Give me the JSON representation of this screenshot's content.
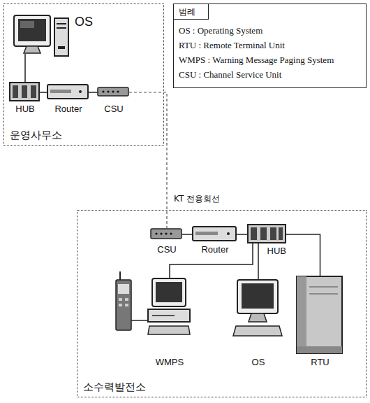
{
  "diagram": {
    "nodes": [
      {
        "text": [
          "운영사무소"
        ]
      },
      {
        "text": [
          "OS"
        ],
        "in": 0
      },
      {
        "text": [
          "HUB"
        ],
        "in": 0
      },
      {
        "text": [
          "Router"
        ],
        "in": 0
      },
      {
        "text": [
          "CSU"
        ],
        "in": 0
      },
      {
        "text": [
          "소수력발전소"
        ]
      },
      {
        "text": [
          "CSU"
        ],
        "in": 5
      },
      {
        "text": [
          "Router"
        ],
        "in": 5
      },
      {
        "text": [
          "HUB"
        ],
        "in": 5
      },
      {
        "text": [
          "WMPS"
        ],
        "in": 5
      },
      {
        "text": [
          "OS"
        ],
        "in": 5
      },
      {
        "text": [
          "RTU"
        ],
        "in": 5
      }
    ],
    "edges": [
      {
        "from": 1,
        "to": 2,
        "arrow": "none"
      },
      {
        "from": 2,
        "to": 3,
        "arrow": "none"
      },
      {
        "from": 3,
        "to": 4,
        "arrow": "none"
      },
      {
        "from": 4,
        "to": 6,
        "label": "KT 전용회선",
        "arrow": "none"
      },
      {
        "from": 6,
        "to": 7,
        "arrow": "none"
      },
      {
        "from": 7,
        "to": 8,
        "arrow": "none"
      },
      {
        "from": 8,
        "to": 9,
        "arrow": "none"
      },
      {
        "from": 8,
        "to": 10,
        "arrow": "none"
      },
      {
        "from": 8,
        "to": 11,
        "arrow": "none"
      }
    ],
    "labels": [
      "범례"
    ],
    "legend": [
      {
        "text": "OS : Operating System"
      },
      {
        "text": "RTU : Remote Terminal Unit"
      },
      {
        "text": "WMPS : Warning Message Paging System"
      },
      {
        "text": "CSU : Channel Service Unit"
      }
    ]
  }
}
